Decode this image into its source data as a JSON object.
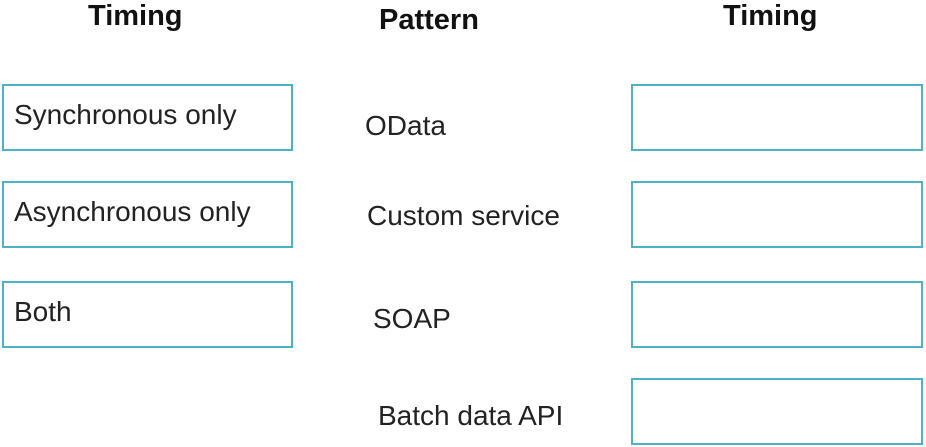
{
  "headings": {
    "left": "Timing",
    "middle": "Pattern",
    "right": "Timing"
  },
  "options": [
    {
      "label": "Synchronous only"
    },
    {
      "label": "Asynchronous only"
    },
    {
      "label": "Both"
    }
  ],
  "patterns": [
    {
      "label": "OData",
      "answer": ""
    },
    {
      "label": "Custom service",
      "answer": ""
    },
    {
      "label": "SOAP",
      "answer": ""
    },
    {
      "label": "Batch data API",
      "answer": ""
    }
  ],
  "colors": {
    "box_border": "#4db2c8",
    "text": "#222222"
  }
}
